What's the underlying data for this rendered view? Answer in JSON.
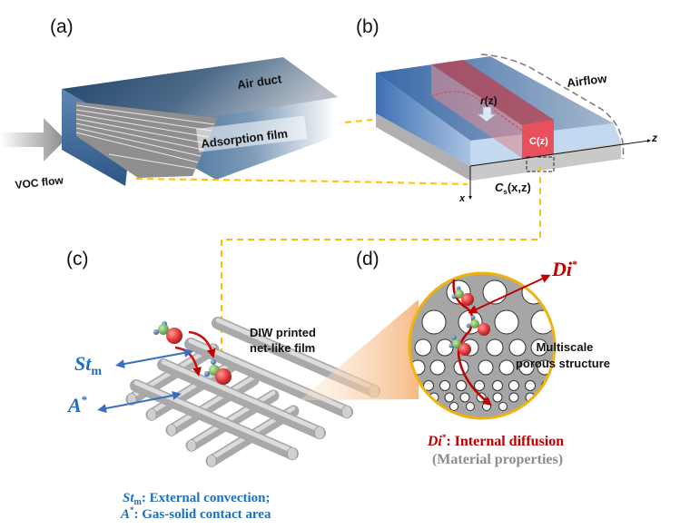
{
  "figure": {
    "panels": {
      "a": {
        "label": "(a)",
        "air_duct": "Air duct",
        "adsorption_film": "Adsorption film",
        "voc_flow": "VOC flow"
      },
      "b": {
        "label": "(b)",
        "airflow": "Airflow",
        "r_symbol": "r",
        "r_arg": "(z)",
        "c_label": "C(z)",
        "z_axis": "z",
        "x_axis": "x",
        "cs_symbol": "C",
        "cs_sub": "s",
        "cs_arg": "(x,z)"
      },
      "c": {
        "label": "(c)",
        "film_line1": "DIW printed",
        "film_line2": "net-like film",
        "st_symbol": "St",
        "st_sub": "m",
        "a_symbol": "A",
        "a_sup": "*",
        "caption_line1_symbol": "St",
        "caption_line1_sub": "m",
        "caption_line1_text": ": External convection;",
        "caption_line2_symbol": "A",
        "caption_line2_sup": "*",
        "caption_line2_text": ": Gas-solid contact area"
      },
      "d": {
        "label": "(d)",
        "di_symbol": "Di",
        "di_sup": "*",
        "structure_line1": "Multiscale",
        "structure_line2": "porous structure",
        "caption_symbol": "Di",
        "caption_sup": "*",
        "caption_text": ": Internal diffusion",
        "caption_sub": "(Material properties)"
      }
    },
    "colors": {
      "duct_blue": "#1f4e79",
      "film_gray": "#a6a6a6",
      "connector_orange": "#ffc000",
      "highlight_red": "#e0404a",
      "convection_blue": "#1f6fbf",
      "diffusion_red": "#c00000",
      "caption_gray": "#8c8c8c"
    }
  }
}
